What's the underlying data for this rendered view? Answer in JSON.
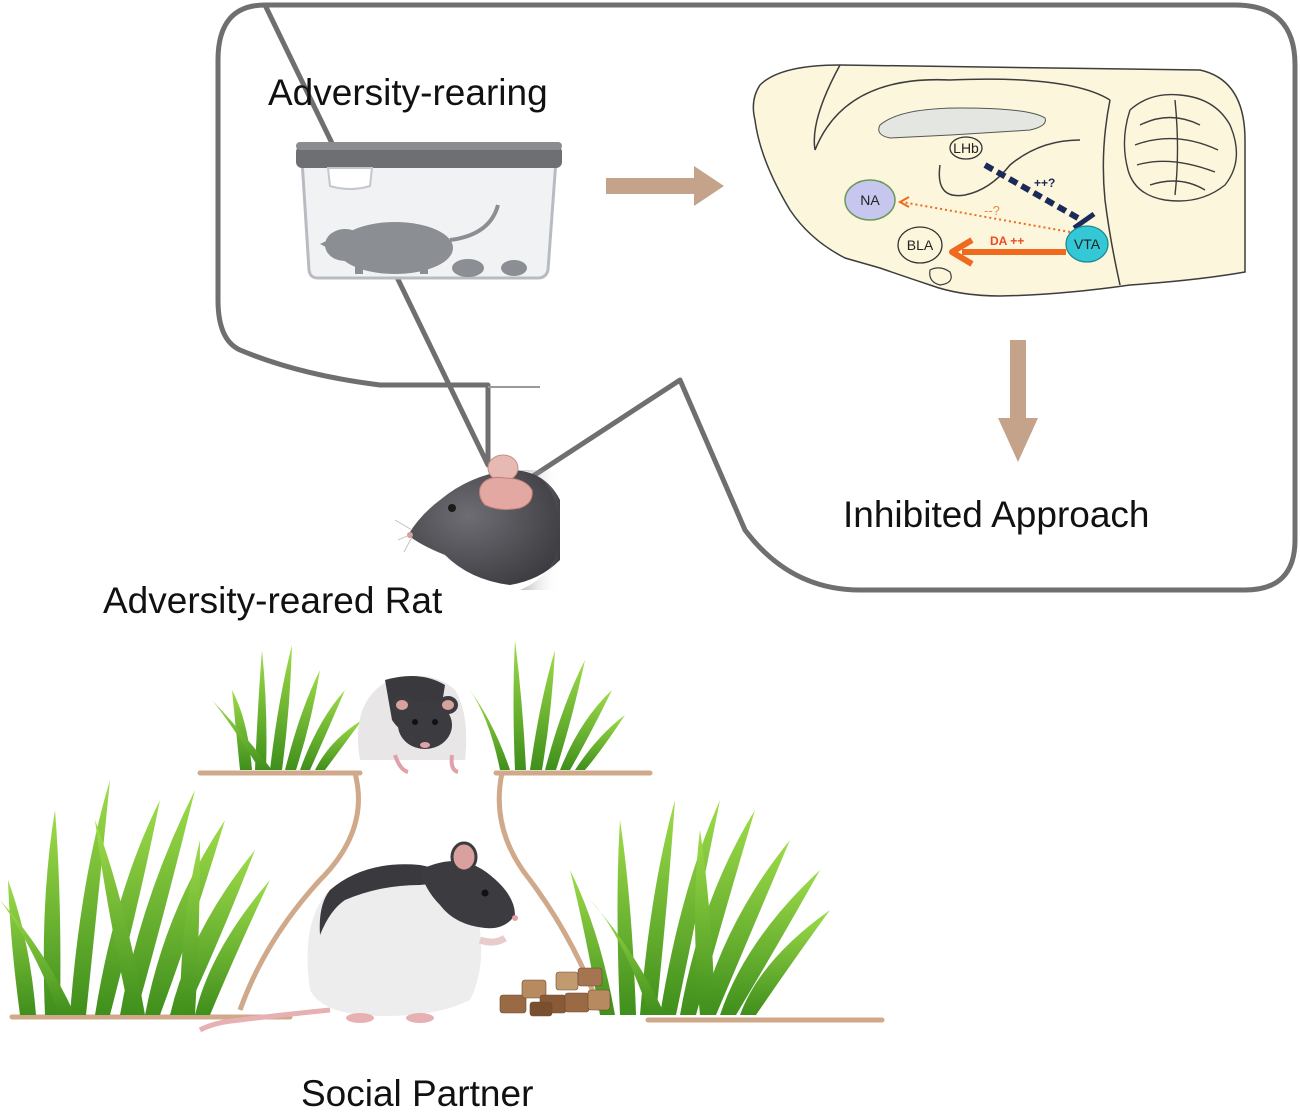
{
  "labels": {
    "adversity_rearing": "Adversity-rearing",
    "inhibited_approach": "Inhibited Approach",
    "adversity_reared_rat": "Adversity-reared Rat",
    "social_partner": "Social Partner"
  },
  "brain_regions": {
    "lhb": "LHb",
    "na": "NA",
    "bla": "BLA",
    "vta": "VTA"
  },
  "pathways": {
    "lhb_vta": "++?",
    "vta_na": "--?",
    "vta_bla": "DA ++"
  },
  "colors": {
    "bubble_outline": "#6f6f6f",
    "flow_arrow": "#c4a38a",
    "brain_fill": "#fcf6dd",
    "na_fill": "#c6c6ee",
    "vta_fill": "#34c8d6",
    "da_arrow": "#ef6a1f",
    "lhb_path": "#1c2a5a",
    "grass": "#5bb62a",
    "ground": "#cfa98a"
  }
}
